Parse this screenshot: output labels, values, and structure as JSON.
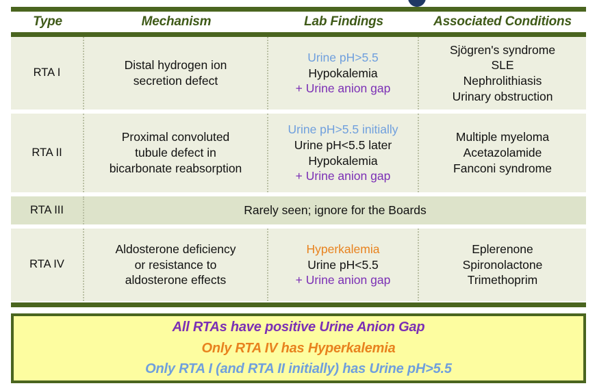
{
  "colors": {
    "olive": "#4a651f",
    "cell_bg": "#edefe0",
    "cell_bg_alt": "#dde3ca",
    "blue": "#6f9fdd",
    "purple": "#7b2fb5",
    "orange": "#e8821e",
    "yellow": "#fdfda0"
  },
  "table": {
    "headers": {
      "type": "Type",
      "mechanism": "Mechanism",
      "lab_findings": "Lab Findings",
      "associated_conditions": "Associated Conditions"
    },
    "rows": [
      {
        "type": "RTA I",
        "mechanism": [
          "Distal hydrogen ion",
          "secretion defect"
        ],
        "lab_findings": [
          {
            "text": "Urine pH>5.5",
            "color": "blue"
          },
          {
            "text": "Hypokalemia",
            "color": "black"
          },
          {
            "text": "+ Urine anion gap",
            "color": "purple"
          }
        ],
        "associated_conditions": [
          "Sjögren's syndrome",
          "SLE",
          "Nephrolithiasis",
          "Urinary obstruction"
        ]
      },
      {
        "type": "RTA II",
        "mechanism": [
          "Proximal convoluted",
          "tubule defect in",
          "bicarbonate reabsorption"
        ],
        "lab_findings": [
          {
            "text": "Urine pH>5.5 initially",
            "color": "blue"
          },
          {
            "text": "Urine pH<5.5 later",
            "color": "black"
          },
          {
            "text": "Hypokalemia",
            "color": "black"
          },
          {
            "text": "+ Urine anion gap",
            "color": "purple"
          }
        ],
        "associated_conditions": [
          "Multiple myeloma",
          "Acetazolamide",
          "Fanconi syndrome"
        ]
      },
      {
        "type": "RTA III",
        "spanned_note": "Rarely seen; ignore for the Boards"
      },
      {
        "type": "RTA IV",
        "mechanism": [
          "Aldosterone deficiency",
          "or resistance to",
          "aldosterone effects"
        ],
        "lab_findings": [
          {
            "text": "Hyperkalemia",
            "color": "orange"
          },
          {
            "text": "Urine pH<5.5",
            "color": "black"
          },
          {
            "text": "+ Urine anion gap",
            "color": "purple"
          }
        ],
        "associated_conditions": [
          "Eplerenone",
          "Spironolactone",
          "Trimethoprim"
        ]
      }
    ]
  },
  "summary": {
    "lines": [
      {
        "text": "All RTAs have positive Urine Anion Gap",
        "color": "purple"
      },
      {
        "text": "Only RTA IV has Hyperkalemia",
        "color": "orange"
      },
      {
        "text": "Only RTA I (and RTA II initially) has Urine pH>5.5",
        "color": "blue"
      }
    ]
  }
}
